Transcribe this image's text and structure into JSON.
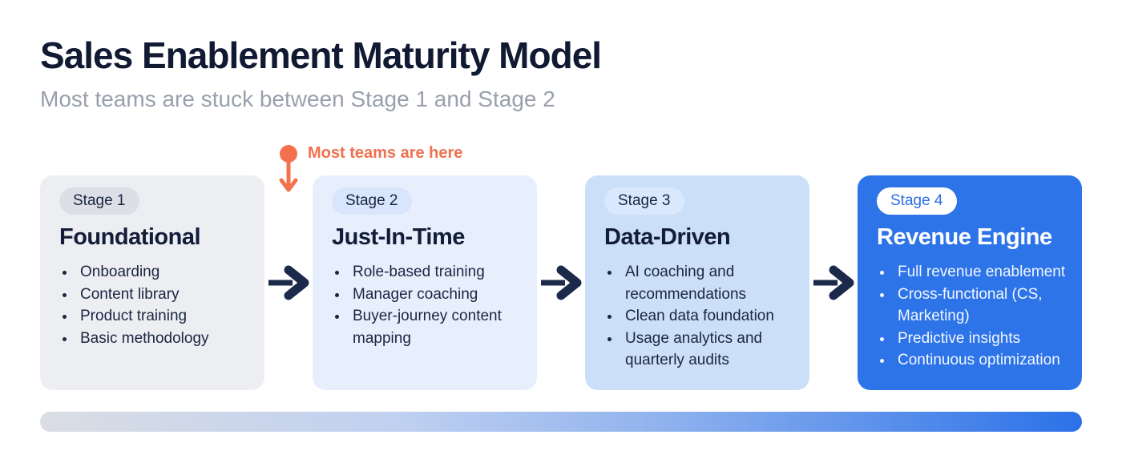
{
  "header": {
    "title": "Sales Enablement Maturity Model",
    "subtitle": "Most teams are stuck between Stage 1 and Stage 2"
  },
  "annotation": {
    "label": "Most teams are here",
    "color": "#F0714E",
    "icon": "pin-down-arrow"
  },
  "stages": [
    {
      "badge": "Stage 1",
      "title": "Foundational",
      "items": [
        "Onboarding",
        "Content library",
        "Product training",
        "Basic methodology"
      ],
      "card_color": "#ECEEF2",
      "badge_color": "#DCDFE6",
      "text_color": "#1B2542"
    },
    {
      "badge": "Stage 2",
      "title": "Just-In-Time",
      "items": [
        "Role-based training",
        "Manager coaching",
        "Buyer-journey content mapping"
      ],
      "card_color": "#E7EFFC",
      "badge_color": "#D8E5FB",
      "text_color": "#1B2542"
    },
    {
      "badge": "Stage 3",
      "title": "Data-Driven",
      "items": [
        "AI coaching and recommendations",
        "Clean data foundation",
        "Usage analytics and quarterly audits"
      ],
      "card_color": "#CBDFF8",
      "badge_color": "#D9E8FC",
      "text_color": "#1B2542"
    },
    {
      "badge": "Stage 4",
      "title": "Revenue Engine",
      "items": [
        "Full revenue enablement",
        "Cross-functional (CS, Marketing)",
        "Predictive insights",
        "Continuous optimization"
      ],
      "card_color": "#2E74E9",
      "badge_color": "#FFFFFF",
      "text_color": "#FFFFFF"
    }
  ],
  "icons": {
    "stage_arrow": "right-arrow",
    "annotation_pin": "circle-with-down-arrow"
  },
  "colors": {
    "title_text": "#111A33",
    "subtitle_text": "#98A0AC",
    "arrow": "#1B294A",
    "accent_orange": "#F0714E",
    "accent_blue": "#2B71E9",
    "progress_gradient_start": "#DADDE4",
    "progress_gradient_end": "#2B71E9"
  }
}
